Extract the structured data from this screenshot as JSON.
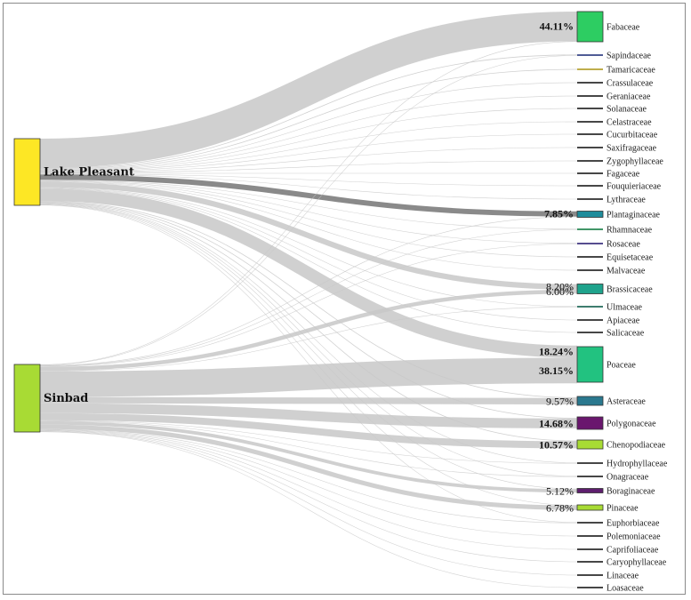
{
  "sources": [
    {
      "name": "Lake Pleasant",
      "color": "#FDE725"
    },
    {
      "name": "Sinbad",
      "color": "#A8DB34"
    }
  ],
  "families": [
    {
      "name": "Fabaceae",
      "color": "#2DCD62"
    },
    {
      "name": "Sapindaceae",
      "color": "#3D4B8A"
    },
    {
      "name": "Tamaricaceae",
      "color": "#B8A53A"
    },
    {
      "name": "Crassulaceae",
      "color": "#333333"
    },
    {
      "name": "Geraniaceae",
      "color": "#333333"
    },
    {
      "name": "Solanaceae",
      "color": "#333333"
    },
    {
      "name": "Celastraceae",
      "color": "#333333"
    },
    {
      "name": "Cucurbitaceae",
      "color": "#333333"
    },
    {
      "name": "Saxifragaceae",
      "color": "#333333"
    },
    {
      "name": "Zygophyllaceae",
      "color": "#333333"
    },
    {
      "name": "Fagaceae",
      "color": "#333333"
    },
    {
      "name": "Fouquieriaceae",
      "color": "#333333"
    },
    {
      "name": "Lythraceae",
      "color": "#333333"
    },
    {
      "name": "Plantaginaceae",
      "color": "#1F8C9B"
    },
    {
      "name": "Rhamnaceae",
      "color": "#2E8B57"
    },
    {
      "name": "Rosaceae",
      "color": "#443A83"
    },
    {
      "name": "Equisetaceae",
      "color": "#333333"
    },
    {
      "name": "Malvaceae",
      "color": "#333333"
    },
    {
      "name": "Brassicaceae",
      "color": "#1FA38C"
    },
    {
      "name": "Ulmaceae",
      "color": "#2A6F5F"
    },
    {
      "name": "Apiaceae",
      "color": "#333333"
    },
    {
      "name": "Salicaceae",
      "color": "#333333"
    },
    {
      "name": "Poaceae",
      "color": "#22C280"
    },
    {
      "name": "Asteraceae",
      "color": "#2A788E"
    },
    {
      "name": "Polygonaceae",
      "color": "#6A176E"
    },
    {
      "name": "Chenopodiaceae",
      "color": "#A8DB34"
    },
    {
      "name": "Hydrophyllaceae",
      "color": "#333333"
    },
    {
      "name": "Onagraceae",
      "color": "#333333"
    },
    {
      "name": "Boraginaceae",
      "color": "#5E1E6E"
    },
    {
      "name": "Pinaceae",
      "color": "#A8DB34"
    },
    {
      "name": "Euphorbiaceae",
      "color": "#333333"
    },
    {
      "name": "Polemoniaceae",
      "color": "#333333"
    },
    {
      "name": "Caprifoliaceae",
      "color": "#333333"
    },
    {
      "name": "Caryophyllaceae",
      "color": "#333333"
    },
    {
      "name": "Linaceae",
      "color": "#333333"
    },
    {
      "name": "Loasaceae",
      "color": "#333333"
    }
  ],
  "links": [
    {
      "source": 0,
      "target": 0,
      "value": 44.11,
      "label": "44.11%",
      "bold": true
    },
    {
      "source": 0,
      "target": 13,
      "value": 7.85,
      "label": "7.85%",
      "bold": true,
      "highlight": true
    },
    {
      "source": 0,
      "target": 18,
      "value": 8.2,
      "label": "8.20%",
      "bold": false
    },
    {
      "source": 0,
      "target": 22,
      "value": 18.24,
      "label": "18.24%",
      "bold": true
    },
    {
      "source": 1,
      "target": 18,
      "value": 6.0,
      "label": "6.00%",
      "bold": false
    },
    {
      "source": 1,
      "target": 22,
      "value": 38.15,
      "label": "38.15%",
      "bold": true
    },
    {
      "source": 1,
      "target": 23,
      "value": 9.57,
      "label": "9.57%",
      "bold": false
    },
    {
      "source": 1,
      "target": 24,
      "value": 14.68,
      "label": "14.68%",
      "bold": true
    },
    {
      "source": 1,
      "target": 25,
      "value": 10.57,
      "label": "10.57%",
      "bold": true
    },
    {
      "source": 1,
      "target": 28,
      "value": 5.12,
      "label": "5.12%",
      "bold": false
    },
    {
      "source": 1,
      "target": 29,
      "value": 6.78,
      "label": "6.78%",
      "bold": false
    },
    {
      "source": 0,
      "target": 1,
      "value": 1.0
    },
    {
      "source": 0,
      "target": 2,
      "value": 1.0
    },
    {
      "source": 0,
      "target": 3,
      "value": 0.3
    },
    {
      "source": 0,
      "target": 4,
      "value": 0.3
    },
    {
      "source": 0,
      "target": 5,
      "value": 0.3
    },
    {
      "source": 0,
      "target": 6,
      "value": 0.3
    },
    {
      "source": 0,
      "target": 7,
      "value": 0.3
    },
    {
      "source": 0,
      "target": 8,
      "value": 0.3
    },
    {
      "source": 0,
      "target": 9,
      "value": 0.3
    },
    {
      "source": 0,
      "target": 10,
      "value": 0.3
    },
    {
      "source": 0,
      "target": 11,
      "value": 0.3
    },
    {
      "source": 0,
      "target": 12,
      "value": 0.3
    },
    {
      "source": 0,
      "target": 14,
      "value": 0.5
    },
    {
      "source": 0,
      "target": 15,
      "value": 0.5
    },
    {
      "source": 0,
      "target": 16,
      "value": 0.3
    },
    {
      "source": 0,
      "target": 17,
      "value": 0.3
    },
    {
      "source": 0,
      "target": 19,
      "value": 0.5
    },
    {
      "source": 0,
      "target": 20,
      "value": 0.3
    },
    {
      "source": 0,
      "target": 21,
      "value": 0.3
    },
    {
      "source": 0,
      "target": 23,
      "value": 1.0
    },
    {
      "source": 0,
      "target": 24,
      "value": 1.0
    },
    {
      "source": 0,
      "target": 25,
      "value": 1.0
    },
    {
      "source": 0,
      "target": 26,
      "value": 0.3
    },
    {
      "source": 0,
      "target": 27,
      "value": 0.5
    },
    {
      "source": 0,
      "target": 28,
      "value": 0.5
    },
    {
      "source": 0,
      "target": 29,
      "value": 0.5
    },
    {
      "source": 0,
      "target": 30,
      "value": 0.3
    },
    {
      "source": 1,
      "target": 0,
      "value": 0.3
    },
    {
      "source": 1,
      "target": 1,
      "value": 0.3
    },
    {
      "source": 1,
      "target": 13,
      "value": 0.8
    },
    {
      "source": 1,
      "target": 14,
      "value": 0.5
    },
    {
      "source": 1,
      "target": 15,
      "value": 0.5
    },
    {
      "source": 1,
      "target": 19,
      "value": 0.5
    },
    {
      "source": 1,
      "target": 26,
      "value": 0.3
    },
    {
      "source": 1,
      "target": 27,
      "value": 0.3
    },
    {
      "source": 1,
      "target": 30,
      "value": 0.3
    },
    {
      "source": 1,
      "target": 31,
      "value": 0.3
    },
    {
      "source": 1,
      "target": 32,
      "value": 0.3
    },
    {
      "source": 1,
      "target": 33,
      "value": 0.3
    },
    {
      "source": 1,
      "target": 34,
      "value": 0.3
    },
    {
      "source": 1,
      "target": 35,
      "value": 0.3
    }
  ]
}
